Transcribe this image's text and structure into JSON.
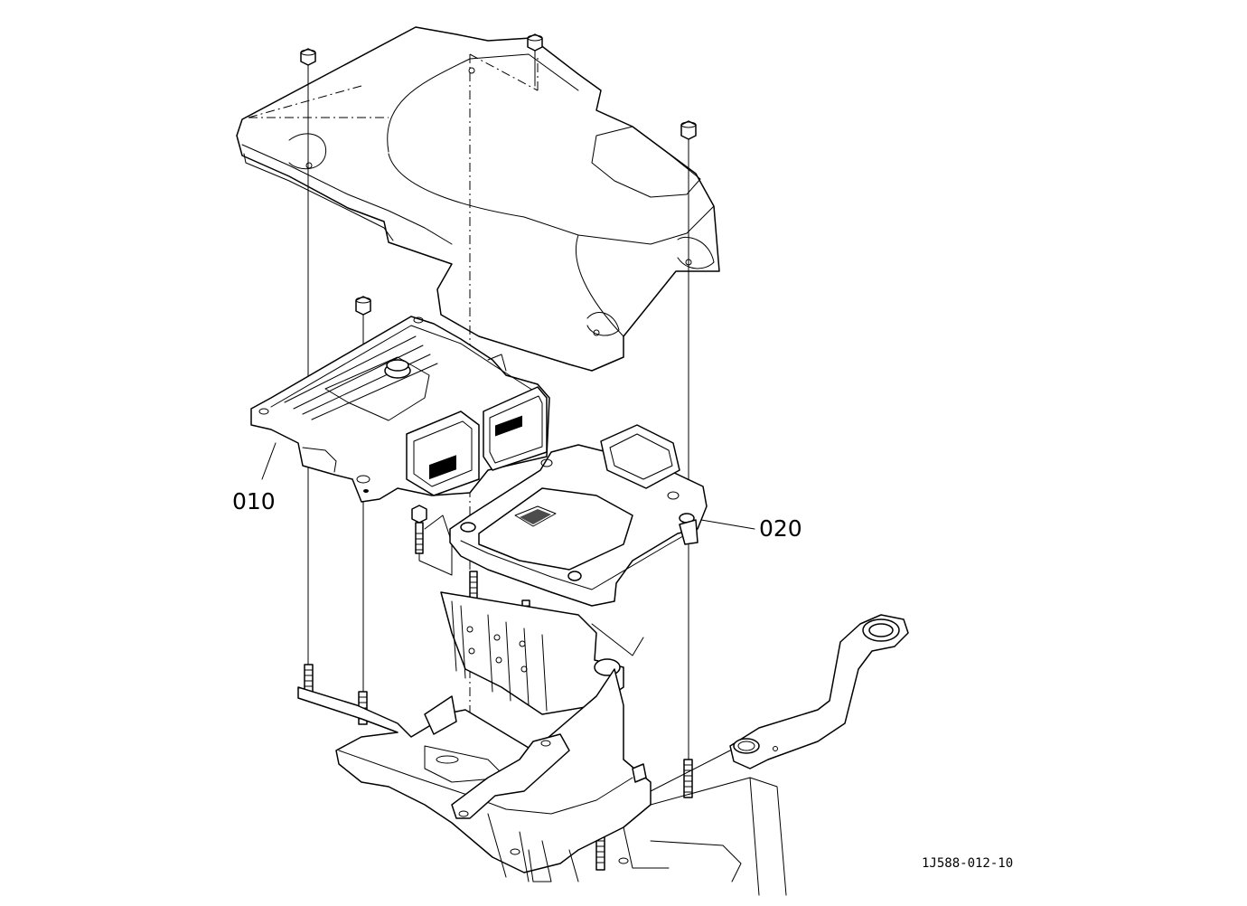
{
  "callouts": [
    {
      "label": "010"
    },
    {
      "label": "020"
    }
  ],
  "drawing_number": "1J588-012-10"
}
